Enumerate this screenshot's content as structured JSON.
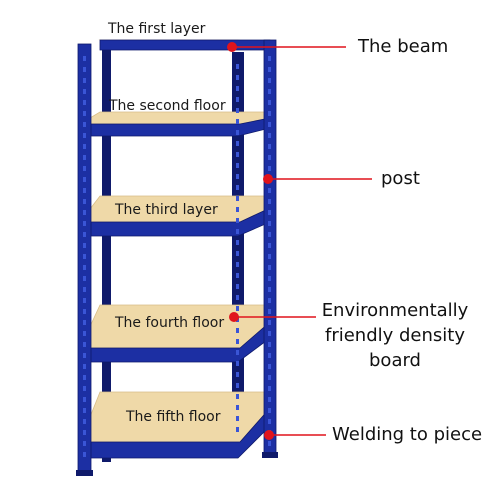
{
  "colors": {
    "frame": "#1c2fa3",
    "frame_dark": "#0f1a6b",
    "frame_light": "#3a55d6",
    "board": "#efd9a8",
    "board_edge": "#d9bd86",
    "callout": "#e0141c"
  },
  "shelf_labels": [
    "The first layer",
    "The second floor",
    "The third layer",
    "The fourth floor",
    "The fifth floor"
  ],
  "callouts": {
    "beam": "The beam",
    "post": "post",
    "board_line1": "Environmentally",
    "board_line2": "friendly density",
    "board_line3": "board",
    "welding": "Welding to piece"
  }
}
